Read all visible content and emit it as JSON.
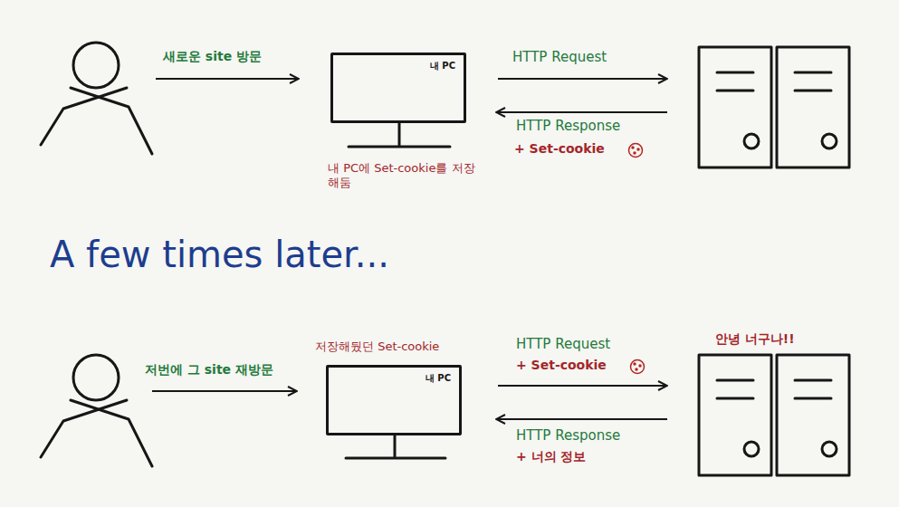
{
  "diagram": {
    "nodes": [
      {
        "text": [
          "내 PC"
        ]
      },
      {
        "text": [
          "내 PC"
        ]
      }
    ],
    "labels": [
      "새로운 site 방문",
      "HTTP Request",
      "HTTP Response",
      "+ Set-cookie",
      "내 PC에 Set-cookie를 저장해둠",
      "A few times later...",
      "저번에 그 site 재방문",
      "저장해뒀던 Set-cookie",
      "HTTP Request",
      "+ Set-cookie",
      "안녕 너구나!!",
      "HTTP Response",
      "+ 너의 정보"
    ]
  }
}
